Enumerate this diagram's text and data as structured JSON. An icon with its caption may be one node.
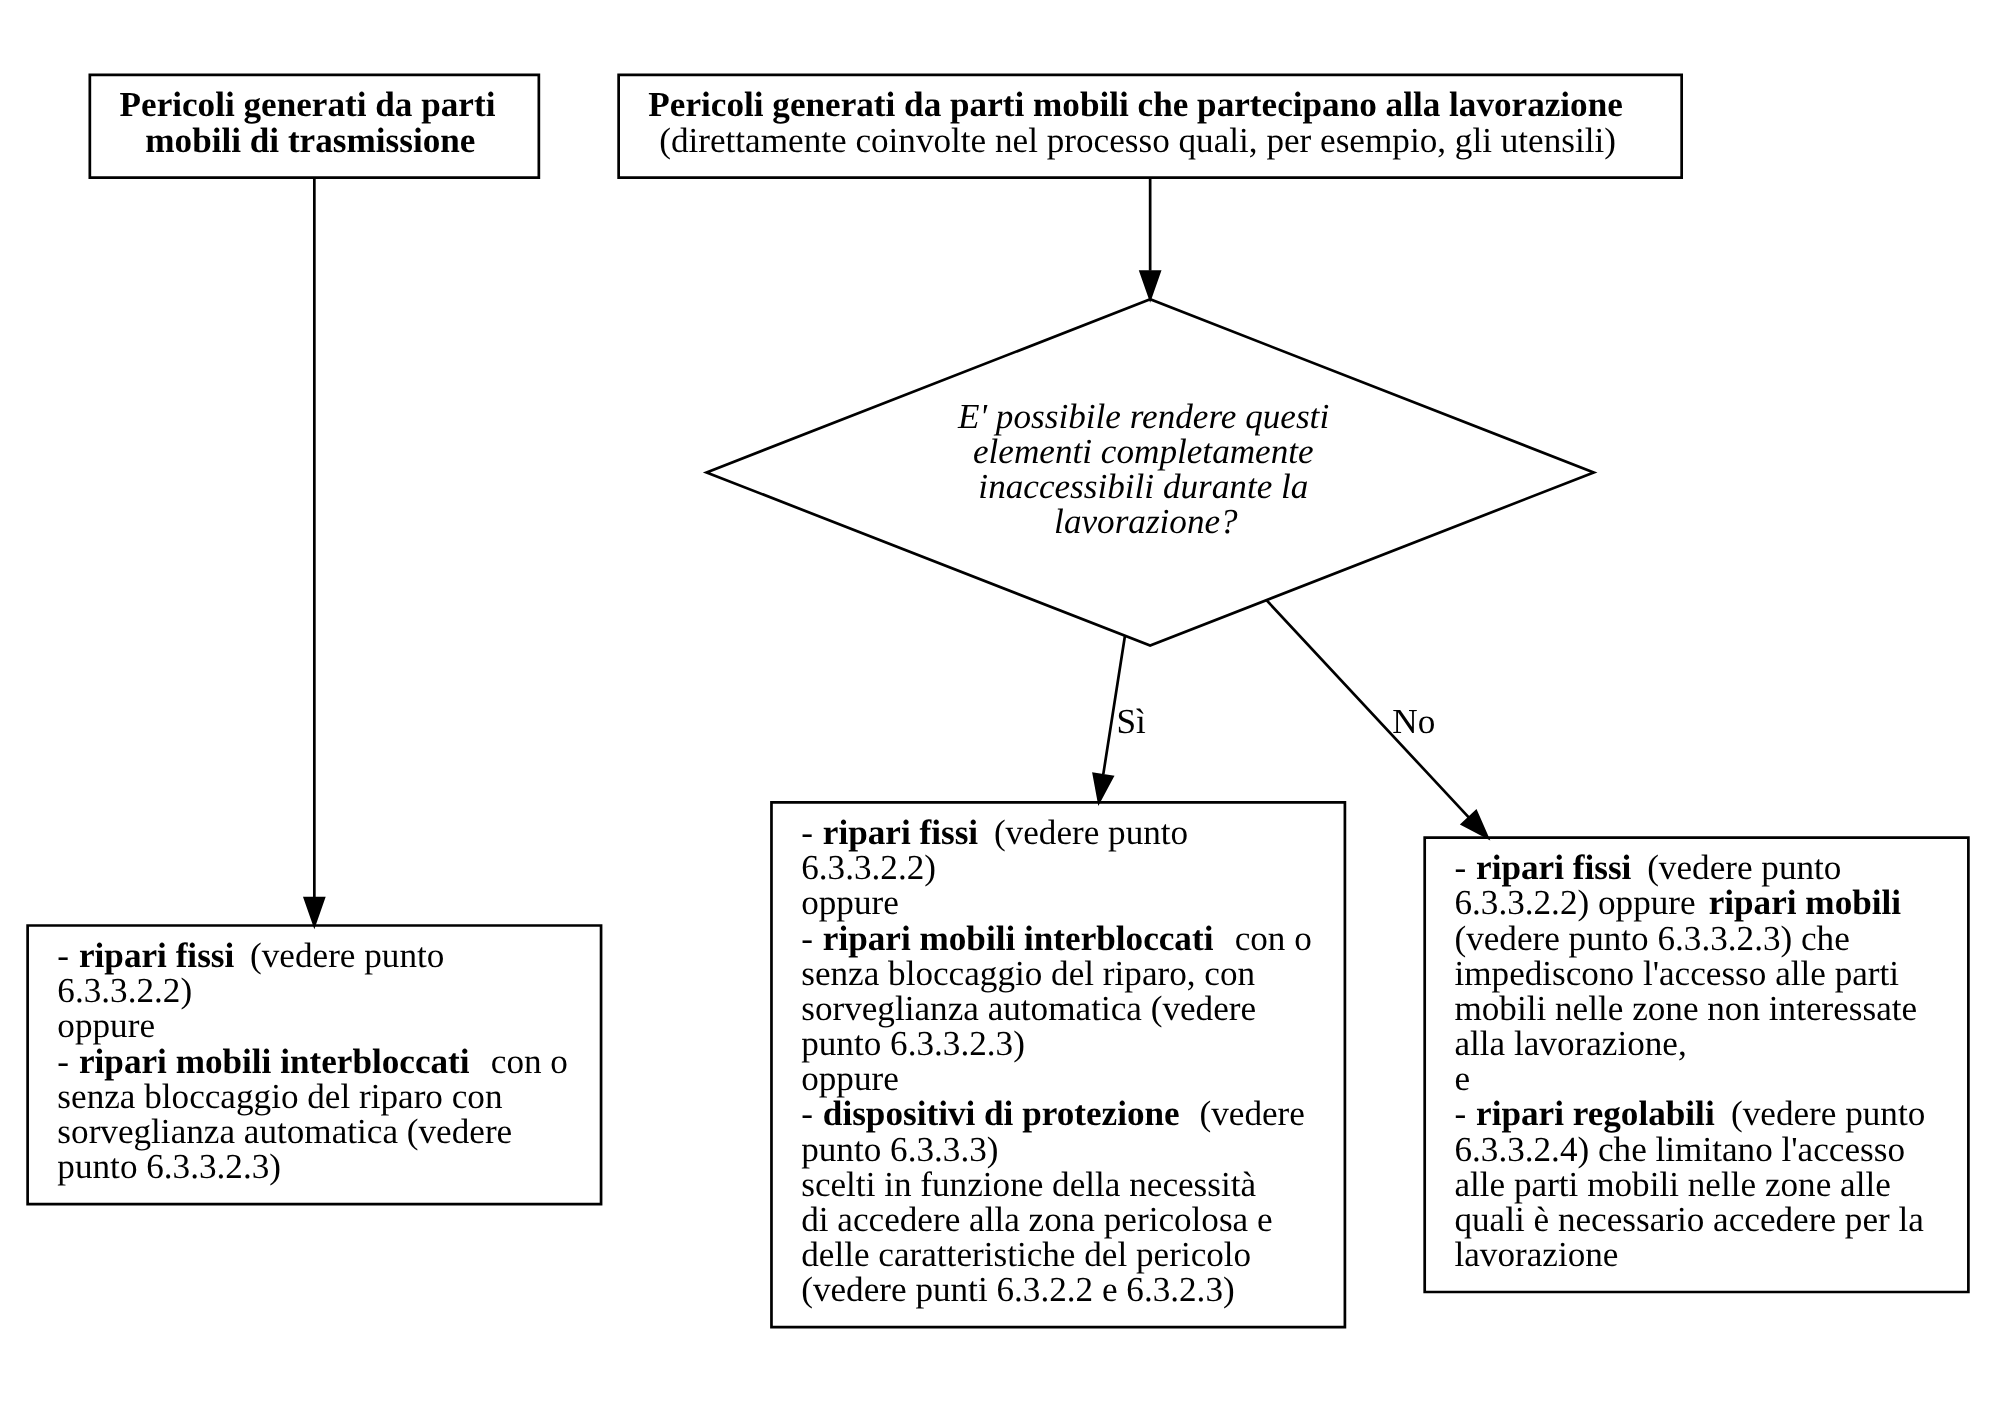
{
  "diagram": {
    "nodes": [
      {
        "text": [
          "Pericoli generati da parti mobili di trasmissione"
        ]
      },
      {
        "text": [
          "Pericoli generati da parti mobili che partecipano alla lavorazione",
          "(direttamente coinvolte nel processo quali, per esempio, gli utensili)"
        ]
      },
      {
        "text": [
          "E' possibile rendere questi elementi completamente inaccessibili durante la lavorazione?"
        ]
      },
      {
        "text": [
          "- **ripari fissi** (vedere punto 6.3.3.2.2)",
          "oppure",
          "- **ripari mobili interbloccati** con o senza bloccaggio del riparo con sorveglianza automatica (vedere punto 6.3.3.2.3)"
        ]
      },
      {
        "text": [
          "- **ripari fissi** (vedere punto 6.3.3.2.2)",
          "oppure",
          "- **ripari mobili interbloccati** con o senza bloccaggio del riparo, con sorveglianza automatica (vedere punto 6.3.3.2.3)",
          "oppure",
          "- **dispositivi di protezione** (vedere punto 6.3.3.3)",
          "scelti in funzione della necessità di accedere alla zona pericolosa e delle caratteristiche del pericolo (vedere punti 6.3.2.2 e 6.3.2.3)"
        ]
      },
      {
        "text": [
          "- **ripari fissi** (vedere punto 6.3.3.2.2) oppure **ripari mobili** (vedere punto 6.3.3.2.3) che impediscono l'accesso alle parti mobili nelle zone non interessate alla lavorazione,",
          "e",
          "- **ripari regolabili** (vedere punto 6.3.3.2.4) che limitano l'accesso alle parti mobili nelle zone alle quali è necessario accedere per la lavorazione"
        ]
      }
    ],
    "edges": [
      {
        "from": 0,
        "to": 3,
        "arrow": "to"
      },
      {
        "from": 1,
        "to": 2,
        "arrow": "to"
      },
      {
        "from": 2,
        "to": 4,
        "arrow": "to",
        "label": "Sì"
      },
      {
        "from": 2,
        "to": 5,
        "arrow": "to",
        "label": "No"
      }
    ]
  }
}
